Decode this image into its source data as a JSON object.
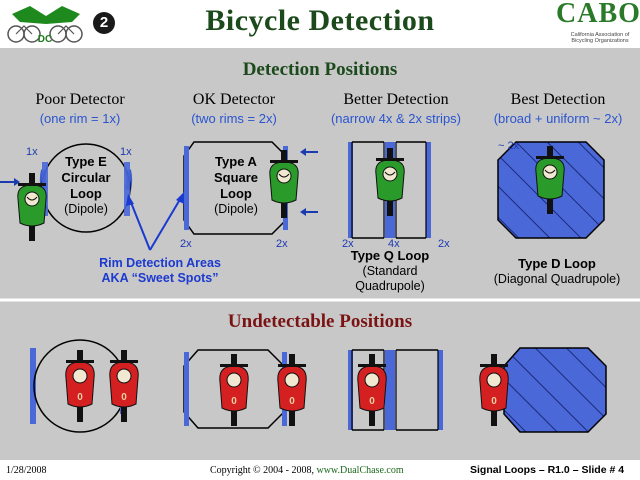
{
  "header": {
    "title": "Bicycle Detection",
    "slide_badge": "2",
    "logo_left": "DC",
    "logo_right": "CABO",
    "logo_right_tagline": "California Association of Bicycling Organizations"
  },
  "sections": {
    "detectable": "Detection Positions",
    "undetectable": "Undetectable Positions"
  },
  "columns": [
    {
      "heading": "Poor Detector",
      "sub": "(one rim = 1x)",
      "loop_type": "Type E",
      "loop_name_1": "Circular",
      "loop_name_2": "Loop",
      "loop_kind": "(Dipole)"
    },
    {
      "heading": "OK Detector",
      "sub": "(two rims = 2x)",
      "loop_type": "Type A",
      "loop_name_1": "Square",
      "loop_name_2": "Loop",
      "loop_kind": "(Dipole)"
    },
    {
      "heading": "Better Detection",
      "sub": "(narrow 4x & 2x strips)",
      "loop_type": "Type Q Loop",
      "loop_name_1": "(Standard",
      "loop_name_2": "Quadrupole)"
    },
    {
      "heading": "Best Detection",
      "sub": "(broad + uniform ~ 2x)",
      "loop_type": "Type D Loop",
      "loop_name_1": "(Diagonal Quadrupole)"
    }
  ],
  "multipliers": {
    "e_left": "1x",
    "e_right": "1x",
    "a_left": "2x",
    "a_right": "2x",
    "q_left": "2x",
    "q_mid": "4x",
    "q_right": "2x",
    "d_corner": "~ 2x"
  },
  "sweet_spots": {
    "line1": "Rim Detection Areas",
    "line2": "AKA “Sweet Spots”"
  },
  "footer": {
    "date": "1/28/2008",
    "copyright": "Copyright © 2004 - 2008,",
    "site": "www.DualChase.com",
    "slide": "Signal Loops – R1.0 – Slide #  4"
  },
  "colors": {
    "rim_blue": "#3a5ccc",
    "rim_fill": "#4a68d8",
    "rider_green": "#2a9a2a",
    "rider_red": "#d42020",
    "loop_line": "#000000"
  }
}
